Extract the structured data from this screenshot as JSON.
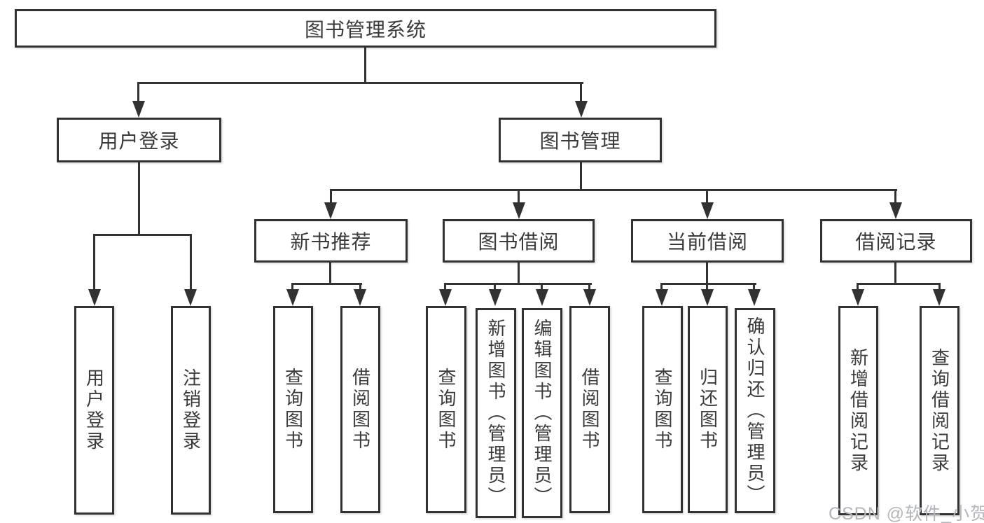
{
  "root": {
    "label": "图书管理系统"
  },
  "user_login": {
    "label": "用户登录",
    "children": [
      {
        "label": "用户登录"
      },
      {
        "label": "注销登录"
      }
    ]
  },
  "book_mgmt": {
    "label": "图书管理",
    "groups": [
      {
        "label": "新书推荐",
        "children": [
          {
            "label": "查询图书"
          },
          {
            "label": "借阅图书"
          }
        ]
      },
      {
        "label": "图书借阅",
        "children": [
          {
            "label": "查询图书"
          },
          {
            "label": "新增图书（管理员）"
          },
          {
            "label": "编辑图书（管理员）"
          },
          {
            "label": "借阅图书"
          }
        ]
      },
      {
        "label": "当前借阅",
        "children": [
          {
            "label": "查询图书"
          },
          {
            "label": "归还图书"
          },
          {
            "label": "确认归还（管理员）"
          }
        ]
      },
      {
        "label": "借阅记录",
        "children": [
          {
            "label": "新增借阅记录"
          },
          {
            "label": "查询借阅记录"
          }
        ]
      }
    ]
  },
  "watermark": "CSDN @软件_小贺同学",
  "colors": {
    "line": "#323232",
    "text": "#3a3a3a",
    "watermark": "#b3b6bc"
  }
}
